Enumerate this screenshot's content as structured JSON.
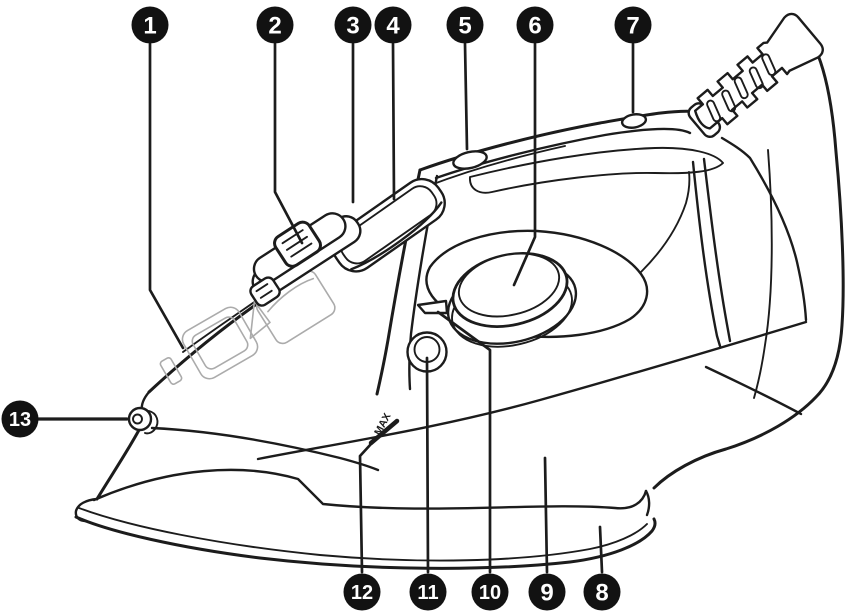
{
  "figure": {
    "kind": "labeled parts diagram",
    "subject": "steam iron, side view line drawing",
    "annotations": {
      "max_mark": "MAX"
    },
    "callouts": [
      {
        "label": "1"
      },
      {
        "label": "2"
      },
      {
        "label": "3"
      },
      {
        "label": "4"
      },
      {
        "label": "5"
      },
      {
        "label": "6"
      },
      {
        "label": "7"
      },
      {
        "label": "8"
      },
      {
        "label": "9"
      },
      {
        "label": "10"
      },
      {
        "label": "11"
      },
      {
        "label": "12"
      },
      {
        "label": "13"
      }
    ]
  },
  "colors": {
    "line": "#1c1c1c",
    "detail": "#ababab",
    "badge_bg": "#121212",
    "badge_text": "#ffffff",
    "bg": "#ffffff"
  }
}
